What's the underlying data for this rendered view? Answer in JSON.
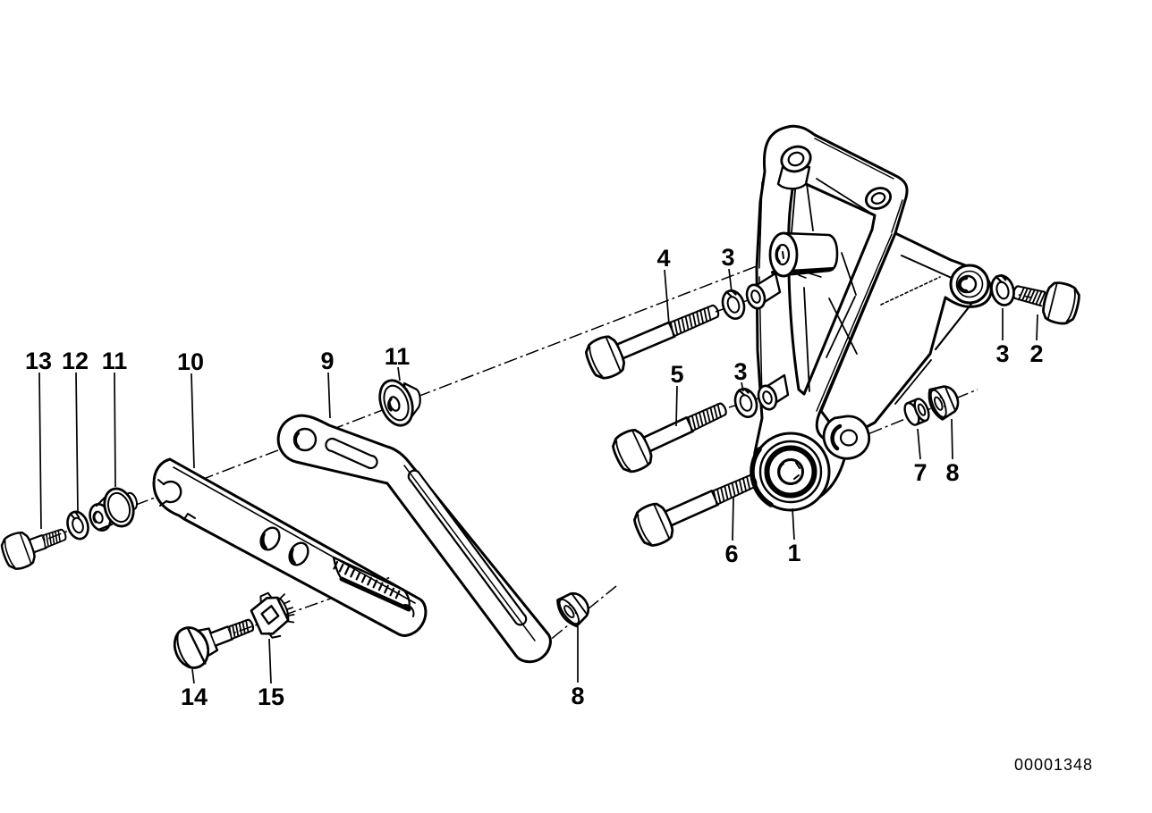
{
  "figure": {
    "kind": "exploded-parts-diagram",
    "background_color": "#ffffff",
    "line_color": "#000000"
  },
  "drawing_number": "00001348",
  "callouts": [
    {
      "text": "13"
    },
    {
      "text": "12"
    },
    {
      "text": "11"
    },
    {
      "text": "10"
    },
    {
      "text": "9"
    },
    {
      "text": "11"
    },
    {
      "text": "4"
    },
    {
      "text": "3"
    },
    {
      "text": "5"
    },
    {
      "text": "3"
    },
    {
      "text": "3"
    },
    {
      "text": "2"
    },
    {
      "text": "7"
    },
    {
      "text": "8"
    },
    {
      "text": "6"
    },
    {
      "text": "1"
    },
    {
      "text": "8"
    },
    {
      "text": "14"
    },
    {
      "text": "15"
    }
  ]
}
